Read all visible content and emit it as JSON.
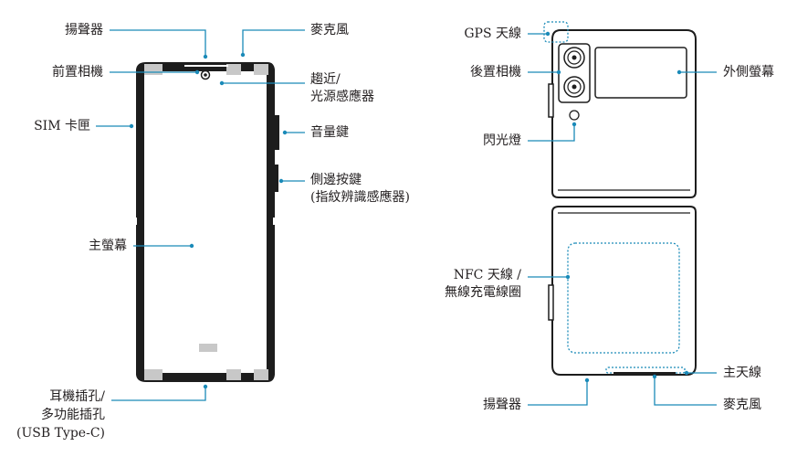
{
  "front_view": {
    "labels": {
      "speaker": "揚聲器",
      "front_camera": "前置相機",
      "sim_tray": "SIM 卡匣",
      "main_screen": "主螢幕",
      "earphone_jack_line1": "耳機插孔/",
      "earphone_jack_line2": "多功能插孔",
      "earphone_jack_line3": "(USB Type-C)",
      "microphone": "麥克風",
      "proximity_sensor_line1": "趨近/",
      "proximity_sensor_line2": "光源感應器",
      "volume_key": "音量鍵",
      "side_key_line1": "側邊按鍵",
      "side_key_line2": "(指紋辨識感應器)"
    }
  },
  "rear_view": {
    "labels": {
      "gps_antenna": "GPS 天線",
      "rear_camera": "後置相機",
      "flash": "閃光燈",
      "cover_screen": "外側螢幕",
      "nfc_antenna_line1": "NFC 天線 /",
      "nfc_antenna_line2": "無線充電線圈",
      "main_antenna": "主天線",
      "speaker": "揚聲器",
      "microphone": "麥克風"
    }
  },
  "colors": {
    "leader": "#1a8ab8",
    "outline": "#231f20",
    "placeholder_gray": "#c8c8c8"
  }
}
